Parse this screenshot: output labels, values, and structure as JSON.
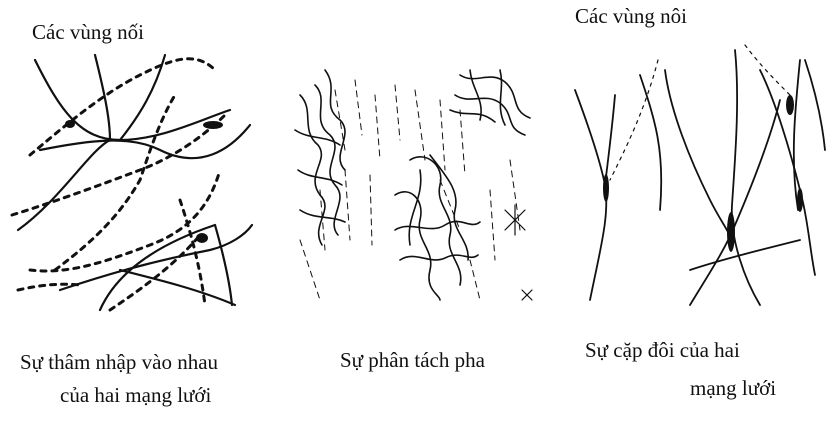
{
  "panels": {
    "left": {
      "top_label": "Các vùng nối",
      "caption_line1": "Sự thâm nhập vào nhau",
      "caption_line2": "của hai mạng lưới"
    },
    "middle": {
      "caption_line1": "Sự phân tách pha"
    },
    "right": {
      "top_label": "Các vùng nôi",
      "caption_line1": "Sự cặp đôi của hai",
      "caption_line2": "mạng lưới"
    }
  },
  "colors": {
    "ink": "#111111",
    "background": "#ffffff"
  }
}
